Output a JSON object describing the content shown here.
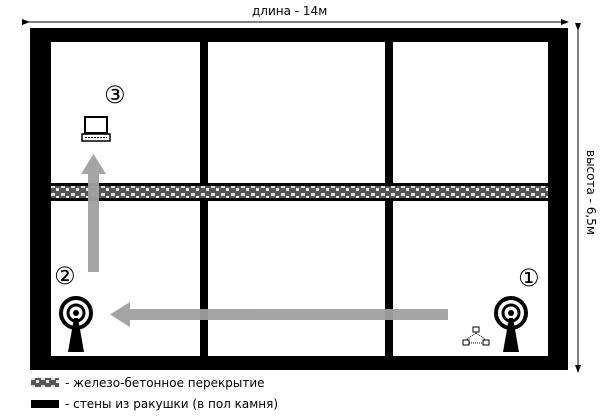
{
  "dimensions": {
    "length_label": "длина - 14м",
    "height_label": "высота - 6,5м"
  },
  "markers": {
    "one": "①",
    "two": "②",
    "three": "③"
  },
  "legend": [
    {
      "label": "- железо-бетонное перекрытие",
      "icon": "concrete-slab-swatch"
    },
    {
      "label": "- стены из ракушки (в пол камня)",
      "icon": "shell-rock-wall-swatch"
    }
  ],
  "colors": {
    "wall": "#000000",
    "arrow": "#a0a0a0"
  }
}
